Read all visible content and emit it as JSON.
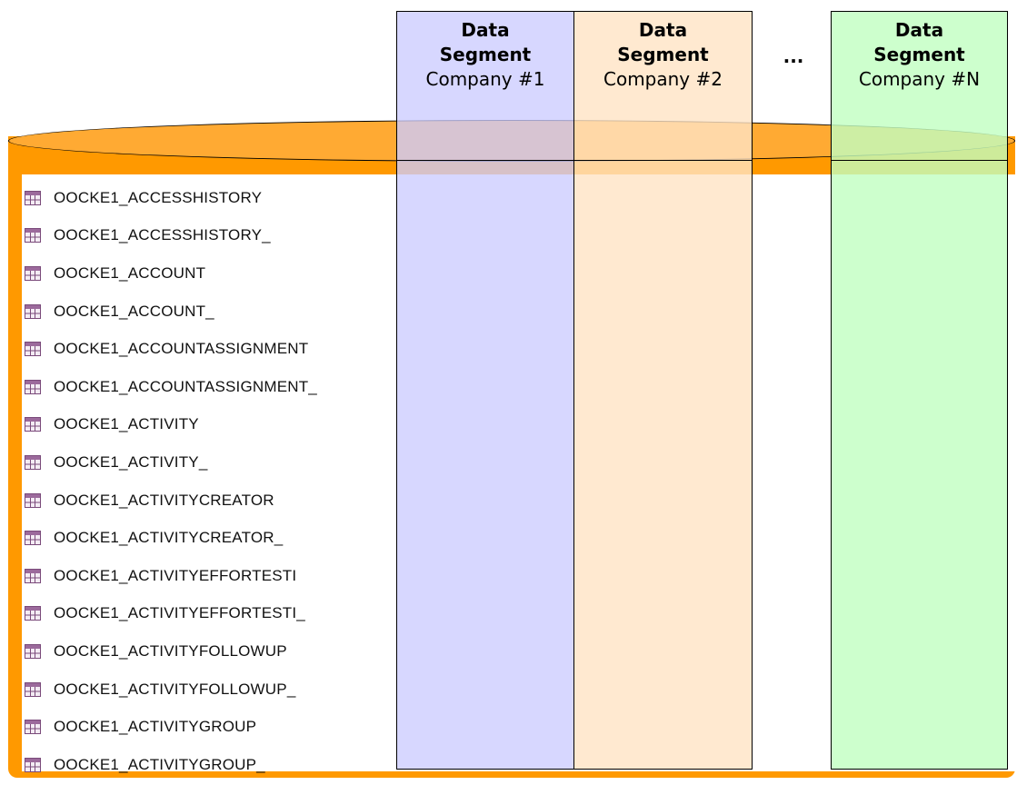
{
  "segments": [
    {
      "title_line1": "Data",
      "title_line2": "Segment",
      "company": "Company #1"
    },
    {
      "title_line1": "Data",
      "title_line2": "Segment",
      "company": "Company #2"
    },
    {
      "title_line1": "Data",
      "title_line2": "Segment",
      "company": "Company #N"
    }
  ],
  "ellipsis": "...",
  "tables": [
    "OOCKE1_ACCESSHISTORY",
    "OOCKE1_ACCESSHISTORY_",
    "OOCKE1_ACCOUNT",
    "OOCKE1_ACCOUNT_",
    "OOCKE1_ACCOUNTASSIGNMENT",
    "OOCKE1_ACCOUNTASSIGNMENT_",
    "OOCKE1_ACTIVITY",
    "OOCKE1_ACTIVITY_",
    "OOCKE1_ACTIVITYCREATOR",
    "OOCKE1_ACTIVITYCREATOR_",
    "OOCKE1_ACTIVITYEFFORTESTI",
    "OOCKE1_ACTIVITYEFFORTESTI_",
    "OOCKE1_ACTIVITYFOLLOWUP",
    "OOCKE1_ACTIVITYFOLLOWUP_",
    "OOCKE1_ACTIVITYGROUP",
    "OOCKE1_ACTIVITYGROUP_"
  ],
  "colors": {
    "cylinder": "#ff9900",
    "cylinder_top": "#ffaa33",
    "segment1": "#ccccff",
    "segment2": "#ffe4c4",
    "segmentN": "#c0ffc0"
  },
  "icons": {
    "table": "table-grid-icon"
  }
}
